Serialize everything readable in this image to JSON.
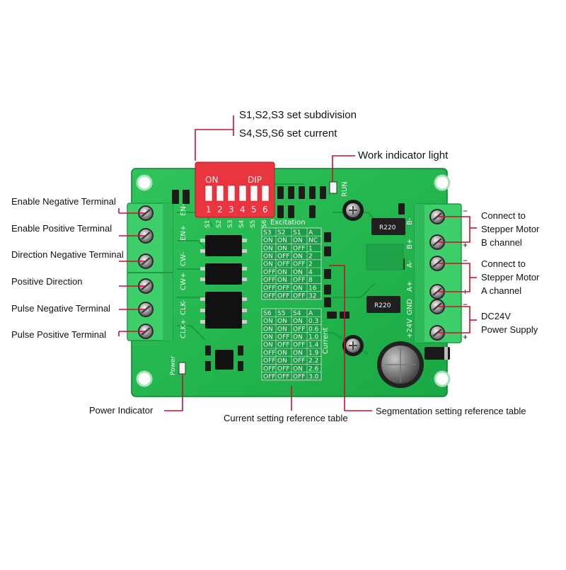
{
  "labels": {
    "subdivision": "S1,S2,S3 set subdivision",
    "current_set": "S4,S5,S6 set current",
    "work_indicator": "Work indicator light",
    "enable_neg": "Enable Negative Terminal",
    "enable_pos": "Enable Positive Terminal",
    "dir_neg": "Direction Negative Terminal",
    "pos_dir": "Positive Direction",
    "pulse_neg": "Pulse Negative Terminal",
    "pulse_pos": "Pulse Positive Terminal",
    "motor_b": "Connect to\nStepper Motor\nB channel",
    "motor_a": "Connect to\nStepper Motor\nA channel",
    "power_supply": "DC24V\nPower Supply",
    "power_indicator": "Power Indicator",
    "current_table": "Current setting reference table",
    "segment_table": "Segmentation setting reference table"
  },
  "board": {
    "dip_on": "ON",
    "dip_label": "DIP",
    "dip_numbers": [
      "1",
      "2",
      "3",
      "4",
      "5",
      "6"
    ],
    "switch_labels": [
      "S1",
      "S2",
      "S3",
      "S4",
      "S5",
      "S6"
    ],
    "run": "RUN",
    "power": "Power",
    "excitation": "Excitation",
    "current": "Current",
    "resistor": "R220",
    "left_terminals": [
      "EN-",
      "EN+",
      "CW-",
      "CW+",
      "CLK-",
      "CLK+"
    ],
    "right_terminals": [
      "B-",
      "B+",
      "A-",
      "A+",
      "GND",
      "+24V"
    ],
    "polarity": [
      "−",
      "+",
      "−",
      "+",
      "−",
      "+"
    ]
  },
  "subdivision_table": {
    "headers": [
      "S3",
      "S2",
      "S1",
      "A"
    ],
    "rows": [
      [
        "ON",
        "ON",
        "ON",
        "NC"
      ],
      [
        "ON",
        "ON",
        "OFF",
        "1"
      ],
      [
        "ON",
        "OFF",
        "ON",
        "2"
      ],
      [
        "ON",
        "OFF",
        "OFF",
        "2"
      ],
      [
        "OFF",
        "ON",
        "ON",
        "4"
      ],
      [
        "OFF",
        "ON",
        "OFF",
        "8"
      ],
      [
        "OFF",
        "OFF",
        "ON",
        "16"
      ],
      [
        "OFF",
        "OFF",
        "OFF",
        "32"
      ]
    ]
  },
  "current_ref_table": {
    "headers": [
      "S6",
      "S5",
      "S4",
      "A"
    ],
    "rows": [
      [
        "ON",
        "ON",
        "ON",
        "0.3"
      ],
      [
        "ON",
        "ON",
        "OFF",
        "0.6"
      ],
      [
        "ON",
        "OFF",
        "ON",
        "1.0"
      ],
      [
        "ON",
        "OFF",
        "OFF",
        "1.4"
      ],
      [
        "OFF",
        "ON",
        "ON",
        "1.9"
      ],
      [
        "OFF",
        "ON",
        "OFF",
        "2.2"
      ],
      [
        "OFF",
        "OFF",
        "ON",
        "2.6"
      ],
      [
        "OFF",
        "OFF",
        "OFF",
        "3.0"
      ]
    ]
  },
  "colors": {
    "board": "#22b14c",
    "board_dark": "#0f8f3a",
    "terminal": "#3fcf6a",
    "dip": "#e8353f",
    "leader": "#c8102e"
  }
}
